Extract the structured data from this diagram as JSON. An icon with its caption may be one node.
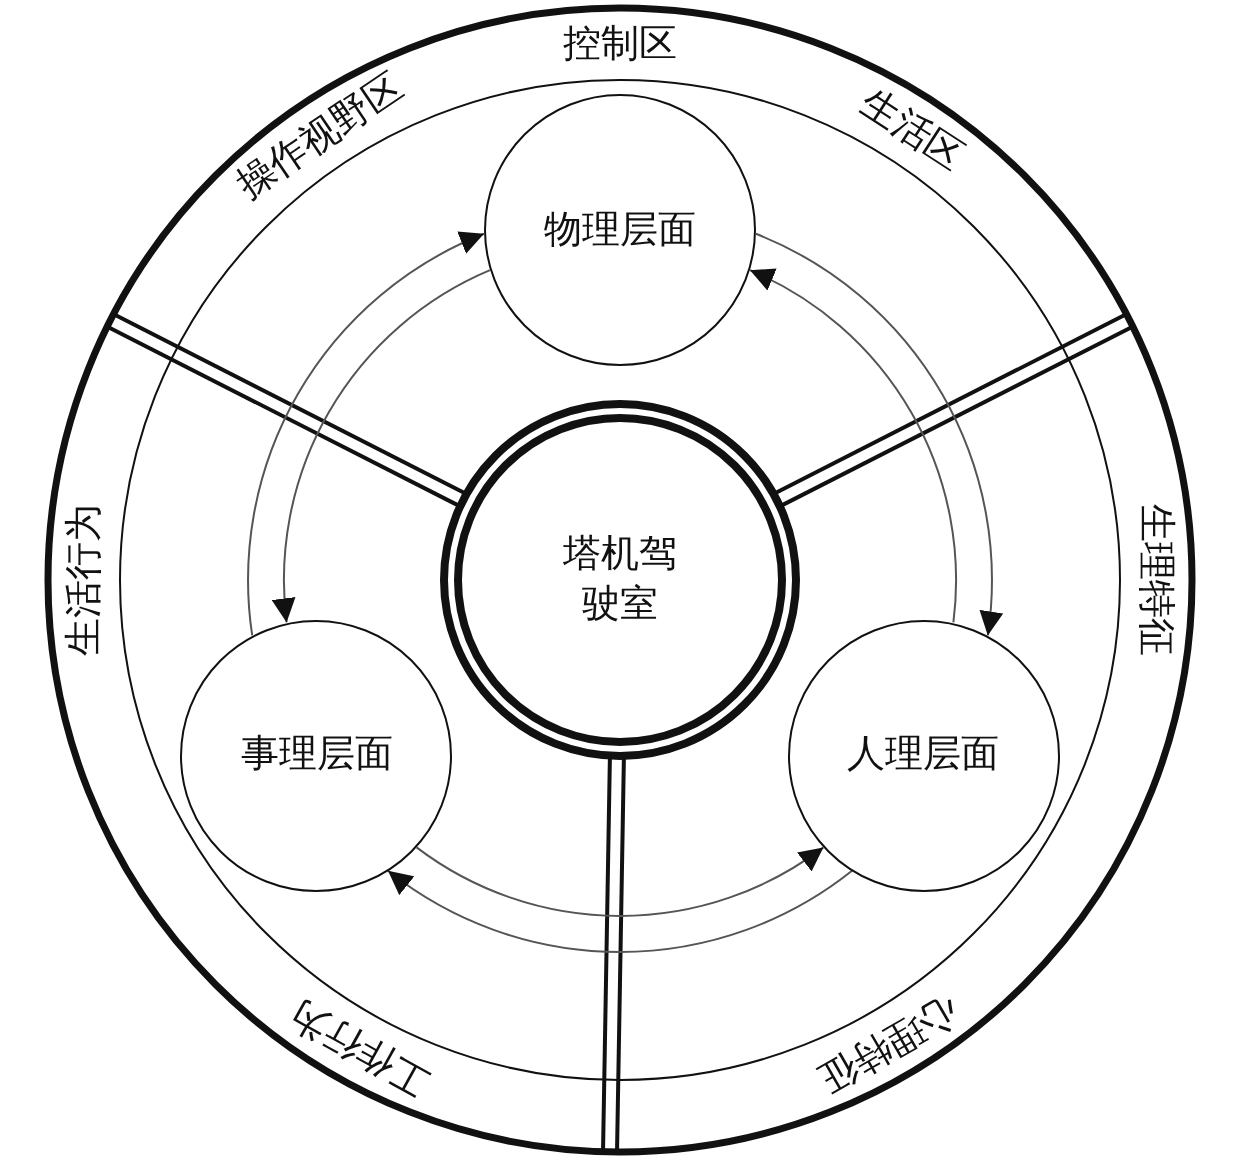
{
  "diagram": {
    "nodes": [
      {
        "text": [
          "塔机驾驶室"
        ]
      },
      {
        "text": [
          "物理层面"
        ]
      },
      {
        "text": [
          "事理层面"
        ]
      },
      {
        "text": [
          "人理层面"
        ]
      }
    ],
    "edges": [
      {
        "from": 1,
        "to": 3,
        "arrow": "to"
      },
      {
        "from": 3,
        "to": 1,
        "arrow": "to"
      },
      {
        "from": 3,
        "to": 2,
        "arrow": "to"
      },
      {
        "from": 2,
        "to": 3,
        "arrow": "to"
      },
      {
        "from": 2,
        "to": 1,
        "arrow": "to"
      },
      {
        "from": 1,
        "to": 2,
        "arrow": "to"
      }
    ],
    "labels": [
      "控制区",
      "操作视野区",
      "生活区",
      "生理特征",
      "生活行为",
      "工作行为",
      "心理特征"
    ]
  }
}
